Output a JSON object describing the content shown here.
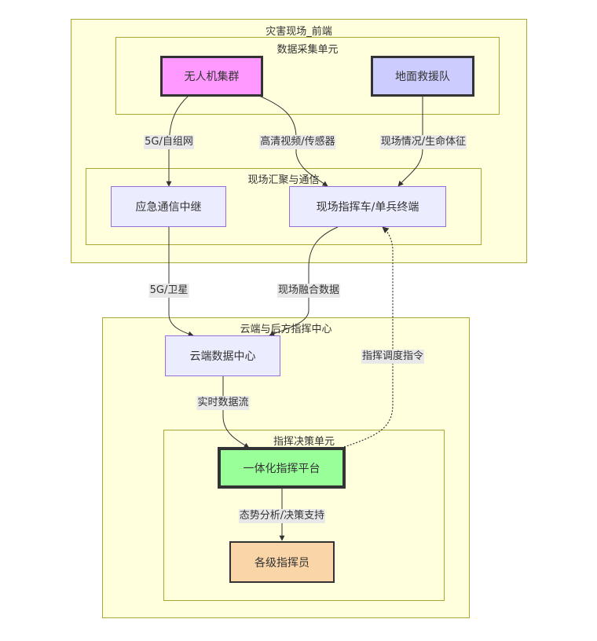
{
  "diagram": {
    "type": "flowchart",
    "clusters": {
      "frontline": {
        "title": "灾害现场_前端"
      },
      "collection": {
        "title": "数据采集单元"
      },
      "aggregation": {
        "title": "现场汇聚与通信"
      },
      "cloud": {
        "title": "云端与后方指挥中心"
      },
      "decision": {
        "title": "指挥决策单元"
      }
    },
    "nodes": {
      "uav": {
        "label": "无人机集群",
        "fill": "#ff99ff",
        "stroke": "#333333"
      },
      "ground_team": {
        "label": "地面救援队",
        "fill": "#ccccff",
        "stroke": "#333333"
      },
      "relay": {
        "label": "应急通信中继",
        "fill": "#ececff",
        "stroke": "#9370db"
      },
      "command_vehicle": {
        "label": "现场指挥车/单兵终端",
        "fill": "#ececff",
        "stroke": "#9370db"
      },
      "cloud_dc": {
        "label": "云端数据中心",
        "fill": "#ececff",
        "stroke": "#9370db"
      },
      "platform": {
        "label": "一体化指挥平台",
        "fill": "#99ff99",
        "stroke": "#333333"
      },
      "commanders": {
        "label": "各级指挥员",
        "fill": "#f9d5a7",
        "stroke": "#333333"
      }
    },
    "edges": [
      {
        "from": "uav",
        "to": "relay",
        "label": "5G/自组网",
        "style": "solid"
      },
      {
        "from": "uav",
        "to": "command_vehicle",
        "label": "高清视频/传感器",
        "style": "solid"
      },
      {
        "from": "ground_team",
        "to": "command_vehicle",
        "label": "现场情况/生命体征",
        "style": "solid"
      },
      {
        "from": "relay",
        "to": "cloud_dc",
        "label": "5G/卫星",
        "style": "solid"
      },
      {
        "from": "command_vehicle",
        "to": "cloud_dc",
        "label": "现场融合数据",
        "style": "solid"
      },
      {
        "from": "cloud_dc",
        "to": "platform",
        "label": "实时数据流",
        "style": "solid"
      },
      {
        "from": "platform",
        "to": "command_vehicle",
        "label": "指挥调度指令",
        "style": "dotted"
      },
      {
        "from": "platform",
        "to": "commanders",
        "label": "态势分析/决策支持",
        "style": "solid"
      }
    ],
    "colors": {
      "cluster_fill": "#ffffde",
      "cluster_stroke": "#aaaa33",
      "edge": "#333333",
      "edge_label_bg": "#e8e8e8"
    }
  }
}
